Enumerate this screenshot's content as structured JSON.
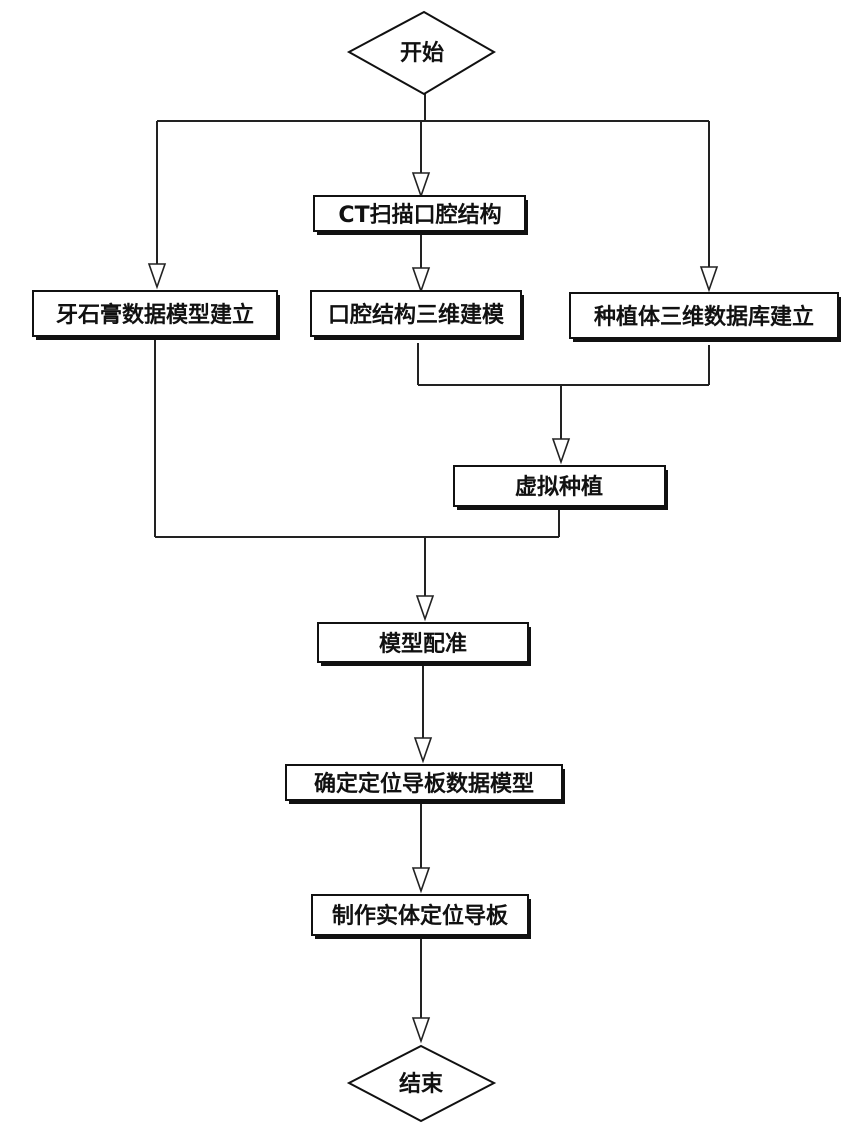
{
  "diagram": {
    "nodes": {
      "start": "开始",
      "ct_scan": "CT扫描口腔结构",
      "plaster_model": "牙石膏数据模型建立",
      "oral_3d": "口腔结构三维建模",
      "implant_db": "种植体三维数据库建立",
      "virtual_implant": "虚拟种植",
      "registration": "模型配准",
      "guide_model": "确定定位导板数据模型",
      "make_guide": "制作实体定位导板",
      "end": "结束"
    },
    "edges": [
      {
        "from": "start",
        "to": "plaster_model"
      },
      {
        "from": "start",
        "to": "ct_scan"
      },
      {
        "from": "start",
        "to": "implant_db"
      },
      {
        "from": "ct_scan",
        "to": "oral_3d"
      },
      {
        "from": "oral_3d",
        "to": "virtual_implant"
      },
      {
        "from": "implant_db",
        "to": "virtual_implant"
      },
      {
        "from": "plaster_model",
        "to": "registration"
      },
      {
        "from": "virtual_implant",
        "to": "registration"
      },
      {
        "from": "registration",
        "to": "guide_model"
      },
      {
        "from": "guide_model",
        "to": "make_guide"
      },
      {
        "from": "make_guide",
        "to": "end"
      }
    ]
  }
}
